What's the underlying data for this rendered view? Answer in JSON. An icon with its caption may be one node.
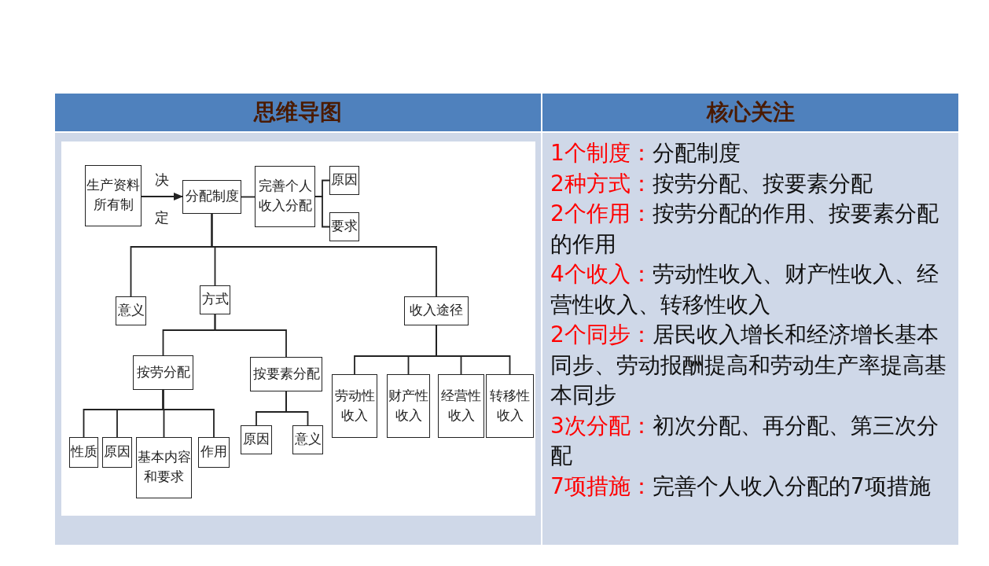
{
  "diagram": {
    "nodes": [
      {
        "text": [
          "生产资料所有制"
        ]
      },
      {
        "text": [
          "分配制度"
        ]
      },
      {
        "text": [
          "完善个人收入分配"
        ]
      },
      {
        "text": [
          "原因"
        ]
      },
      {
        "text": [
          "要求"
        ]
      },
      {
        "text": [
          "意义"
        ]
      },
      {
        "text": [
          "方式"
        ]
      },
      {
        "text": [
          "收入途径"
        ]
      },
      {
        "text": [
          "按劳分配"
        ]
      },
      {
        "text": [
          "按要素分配"
        ]
      },
      {
        "text": [
          "劳动性收入"
        ]
      },
      {
        "text": [
          "财产性收入"
        ]
      },
      {
        "text": [
          "经营性收入"
        ]
      },
      {
        "text": [
          "转移性收入"
        ]
      },
      {
        "text": [
          "性质"
        ]
      },
      {
        "text": [
          "原因"
        ]
      },
      {
        "text": [
          "基本内容和要求"
        ]
      },
      {
        "text": [
          "作用"
        ]
      },
      {
        "text": [
          "原因"
        ]
      },
      {
        "text": [
          "意义"
        ]
      }
    ],
    "edges": [
      {
        "from": 0,
        "to": 1,
        "arrow": "to",
        "label": "决定"
      },
      {
        "from": 1,
        "to": 2,
        "arrow": "none"
      },
      {
        "from": 2,
        "to": 3,
        "arrow": "none"
      },
      {
        "from": 2,
        "to": 4,
        "arrow": "none"
      },
      {
        "from": 1,
        "to": 5,
        "arrow": "none"
      },
      {
        "from": 1,
        "to": 6,
        "arrow": "none"
      },
      {
        "from": 1,
        "to": 7,
        "arrow": "none"
      },
      {
        "from": 6,
        "to": 8,
        "arrow": "none"
      },
      {
        "from": 6,
        "to": 9,
        "arrow": "none"
      },
      {
        "from": 7,
        "to": 10,
        "arrow": "none"
      },
      {
        "from": 7,
        "to": 11,
        "arrow": "none"
      },
      {
        "from": 7,
        "to": 12,
        "arrow": "none"
      },
      {
        "from": 7,
        "to": 13,
        "arrow": "none"
      },
      {
        "from": 8,
        "to": 14,
        "arrow": "none"
      },
      {
        "from": 8,
        "to": 15,
        "arrow": "none"
      },
      {
        "from": 8,
        "to": 16,
        "arrow": "none"
      },
      {
        "from": 8,
        "to": 17,
        "arrow": "none"
      },
      {
        "from": 9,
        "to": 18,
        "arrow": "none"
      },
      {
        "from": 9,
        "to": 19,
        "arrow": "none"
      }
    ],
    "labels": [
      "思维导图",
      "核心关注",
      "1个制度：",
      "分配制度",
      "2种方式：",
      "按劳分配、按要素分配",
      "2个作用：",
      "按劳分配的作用、按要素分配的作用",
      "4个收入：",
      "劳动性收入、财产性收入、经营性收入、转移性收入",
      "2个同步：",
      "居民收入增长和经济增长基本同步、劳动报酬提高和劳动生产率提高基本同步",
      "3次分配：",
      "初次分配、再分配、第三次分配",
      "7项措施：",
      "完善个人收入分配的7项措施"
    ]
  }
}
